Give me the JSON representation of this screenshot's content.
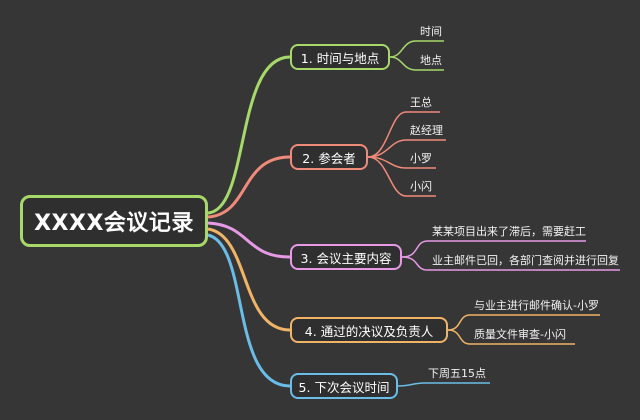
{
  "root": {
    "label": "XXXX会议记录"
  },
  "branches": [
    {
      "label": "1. 时间与地点",
      "color": "#a6d86a",
      "items": [
        "时间",
        "地点"
      ]
    },
    {
      "label": "2. 参会者",
      "color": "#f08a7a",
      "items": [
        "王总",
        "赵经理",
        "小罗",
        "小闪"
      ]
    },
    {
      "label": "3. 会议主要内容",
      "color": "#e69ae6",
      "items": [
        "某某项目出来了滞后，需要赶工",
        "业主邮件已回，各部门查阅并进行回复"
      ]
    },
    {
      "label": "4. 通过的决议及负责人",
      "color": "#f0b467",
      "items": [
        "与业主进行邮件确认-小罗",
        "质量文件审查-小闪"
      ]
    },
    {
      "label": "5. 下次会议时间",
      "color": "#6bbde8",
      "items": [
        "下周五15点"
      ]
    }
  ]
}
